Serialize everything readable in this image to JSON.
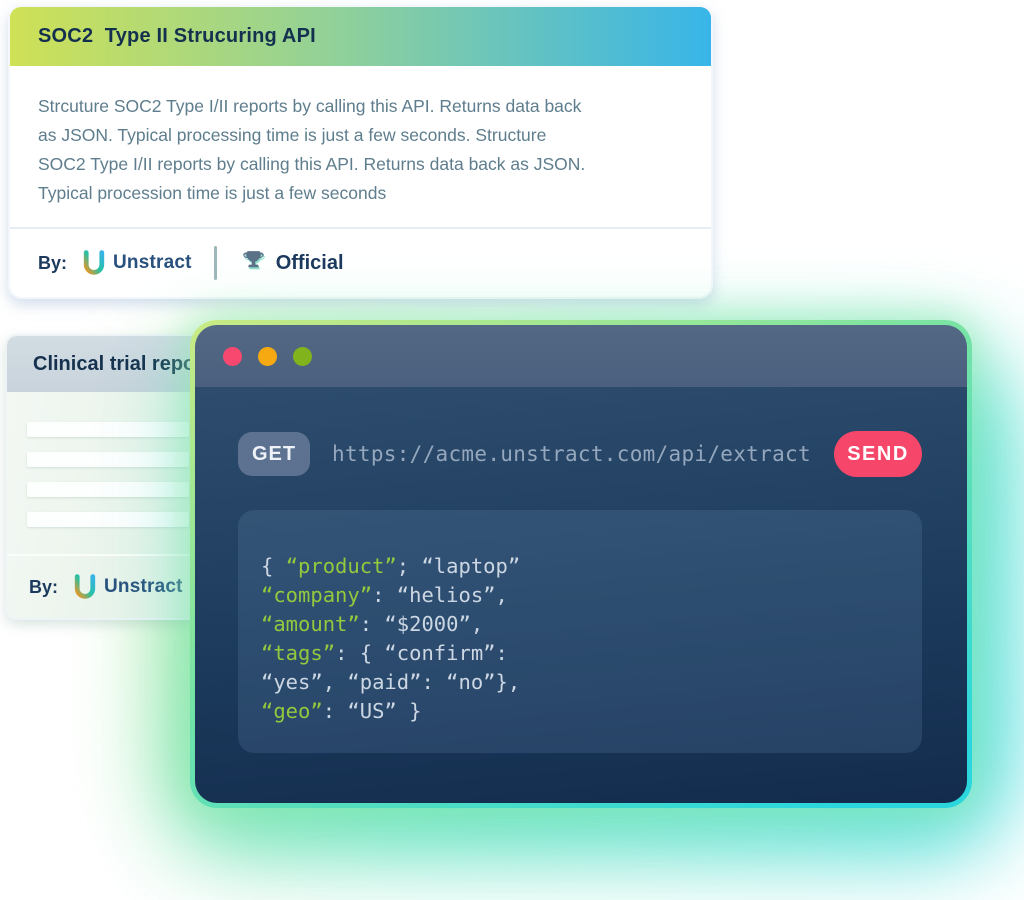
{
  "colors": {
    "header_gradient_left": "#cfe156",
    "header_gradient_right": "#38b5e8",
    "title_navy": "#14304f",
    "description_slate": "#5e7d8d",
    "window_titlebar": "#4d6380",
    "window_body_top": "#2e4d6e",
    "window_body_bottom": "#132c4d",
    "dot_close": "#f8486f",
    "dot_minimize": "#f7a912",
    "dot_zoom": "#80b31c",
    "method_pill": "#5c7290",
    "send_pink": "#f6476a",
    "code_key_green": "#94c83d",
    "code_plain": "#ccd7e3",
    "glow_lime": "#c5e878",
    "glow_cyan": "#38d8e9"
  },
  "card_soc2": {
    "title": "SOC2  Type II Strucuring API",
    "description_lines": [
      "Strcuture SOC2 Type I/II reports by calling this API. Returns data back",
      "as JSON. Typical processing time is just a few seconds. Structure",
      "SOC2 Type I/II reports by calling this API. Returns data back as JSON.",
      "Typical procession time is just a few seconds"
    ],
    "by_label": "By:",
    "brand": "Unstract",
    "official_label": "Official"
  },
  "card_clinical": {
    "title": "Clinical trial repo",
    "placeholder_bar_widths": [
      162,
      162,
      162,
      162
    ],
    "by_label": "By:",
    "brand": "Unstract"
  },
  "browser_window": {
    "traffic_lights": [
      "close-icon",
      "minimize-icon",
      "zoom-icon"
    ],
    "method": "GET",
    "url": "https://acme.unstract.com/api/extract",
    "send_label": "SEND",
    "code": {
      "lines": [
        [
          {
            "text": "{ ",
            "cls": "plain"
          },
          {
            "text": "“product”",
            "cls": "key"
          },
          {
            "text": "; “laptop”",
            "cls": "plain"
          }
        ],
        [
          {
            "text": "“company”",
            "cls": "key"
          },
          {
            "text": ": “helios”,",
            "cls": "plain"
          }
        ],
        [
          {
            "text": "“amount”",
            "cls": "key"
          },
          {
            "text": ": “$2000”,",
            "cls": "plain"
          }
        ],
        [
          {
            "text": "“tags”",
            "cls": "key"
          },
          {
            "text": ": { “confirm”:",
            "cls": "plain"
          }
        ],
        [
          {
            "text": "“yes”, “paid”: “no”},",
            "cls": "plain"
          }
        ],
        [
          {
            "text": "“geo”",
            "cls": "key"
          },
          {
            "text": ": “US” }",
            "cls": "plain"
          }
        ]
      ]
    }
  }
}
